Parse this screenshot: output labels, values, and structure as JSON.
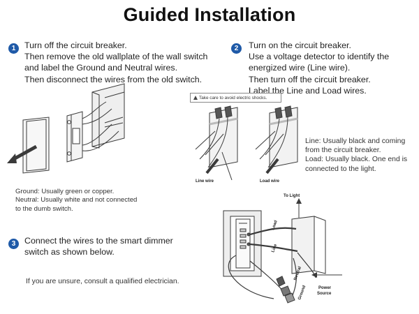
{
  "title": "Guided Installation",
  "steps": [
    {
      "number": "1",
      "lines": [
        "Turn off the circuit breaker.",
        "Then remove the old wallplate of the wall switch",
        "and label the Ground and Neutral wires.",
        "Then disconnect the wires from the old switch."
      ]
    },
    {
      "number": "2",
      "lines": [
        "Turn on the circuit breaker.",
        "Use a voltage detector to identify the",
        "energized wire (Line wire).",
        "Then turn off the circuit breaker.",
        "Label the Line and Load wires."
      ]
    },
    {
      "number": "3",
      "lines": [
        "Connect the wires to the smart dimmer",
        "switch as shown below."
      ]
    }
  ],
  "warning": "Take care to avoid electric shocks.",
  "ground_note": [
    "Ground: Usually green or copper.",
    "Neutral: Usually white and not connected",
    "to the dumb switch."
  ],
  "line_load_note": [
    "Line: Usually black and coming",
    "from the circuit breaker.",
    "Load: Usually black. One end is",
    "connected to the light."
  ],
  "unsure_note": "If you are unsure, consult a qualified electrician.",
  "diagram_labels": {
    "line_wire": "Line wire",
    "load_wire": "Load wire",
    "to_light": "To Light",
    "power_source_1": "Power",
    "power_source_2": "Source",
    "tag_load": "Load",
    "tag_line": "Line",
    "tag_neutral": "Neutral",
    "tag_ground": "Ground"
  },
  "colors": {
    "badge": "#1f5aa8",
    "text": "#222222",
    "line_art": "#3a3a3a",
    "shade": "#cfcfcf"
  }
}
